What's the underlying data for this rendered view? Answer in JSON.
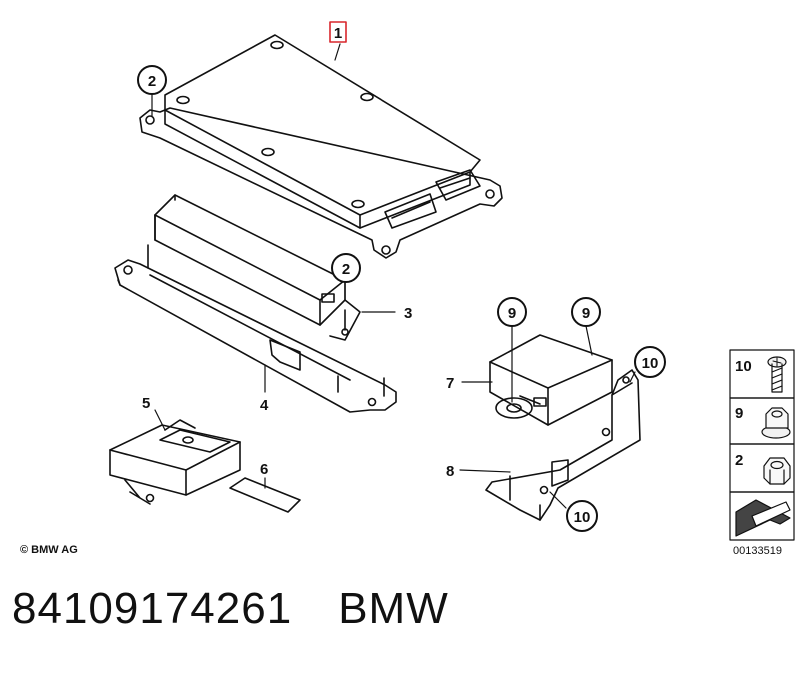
{
  "diagram": {
    "callouts": {
      "c1": "1",
      "c2a": "2",
      "c2b": "2",
      "c3": "3",
      "c4": "4",
      "c5": "5",
      "c6": "6",
      "c7": "7",
      "c8": "8",
      "c9a": "9",
      "c9b": "9",
      "c10a": "10",
      "c10b": "10"
    },
    "legend": {
      "items": [
        {
          "num": "10",
          "icon": "screw-icon"
        },
        {
          "num": "9",
          "icon": "flange-nut-icon"
        },
        {
          "num": "2",
          "icon": "hex-nut-icon"
        }
      ],
      "code": "00133519"
    },
    "copyright": "© BMW AG",
    "accent_color": "#d9262c"
  },
  "caption": {
    "part_number": "84109174261",
    "brand": "BMW"
  }
}
